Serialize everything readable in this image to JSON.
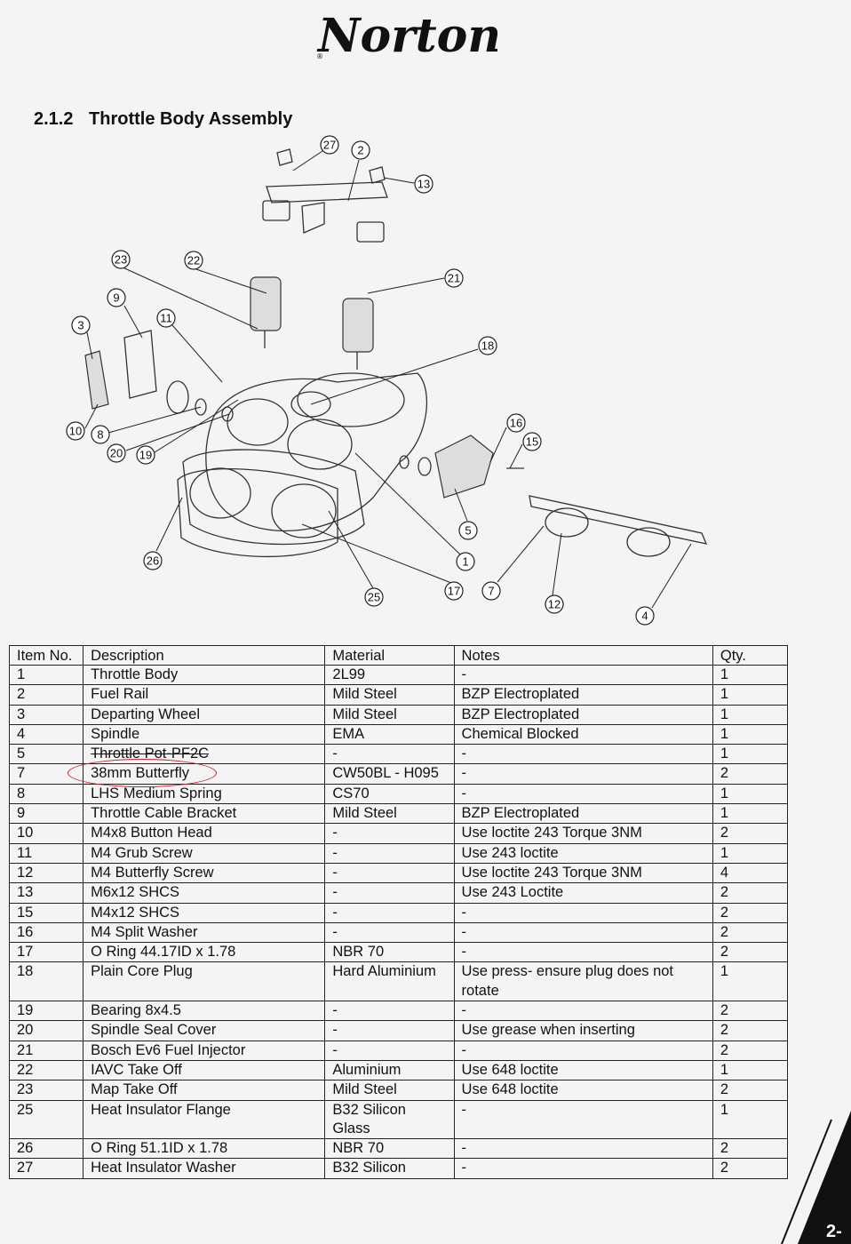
{
  "header": {
    "logo_text": "Norton",
    "logo_mark": "®"
  },
  "section": {
    "number": "2.1.2",
    "title": "Throttle Body Assembly"
  },
  "diagram": {
    "callouts": [
      "27",
      "2",
      "13",
      "23",
      "22",
      "21",
      "9",
      "11",
      "3",
      "18",
      "10",
      "8",
      "16",
      "15",
      "20",
      "19",
      "5",
      "26",
      "1",
      "25",
      "17",
      "7",
      "12",
      "4"
    ]
  },
  "table": {
    "headers": {
      "item": "Item No.",
      "description": "Description",
      "material": "Material",
      "notes": "Notes",
      "qty": "Qty."
    },
    "rows": [
      {
        "item": "1",
        "description": "Throttle Body",
        "material": "2L99",
        "notes": "-",
        "qty": "1"
      },
      {
        "item": "2",
        "description": "Fuel Rail",
        "material": "Mild Steel",
        "notes": "BZP Electroplated",
        "qty": "1"
      },
      {
        "item": "3",
        "description": "Departing Wheel",
        "material": "Mild Steel",
        "notes": "BZP Electroplated",
        "qty": "1"
      },
      {
        "item": "4",
        "description": "Spindle",
        "material": "EMA",
        "notes": "Chemical Blocked",
        "qty": "1"
      },
      {
        "item": "5",
        "description": "Throttle Pot-PF2C",
        "material": "-",
        "notes": "-",
        "qty": "1"
      },
      {
        "item": "7",
        "description": "38mm Butterfly",
        "material": "CW50BL - H095",
        "notes": "-",
        "qty": "2"
      },
      {
        "item": "8",
        "description": "LHS Medium Spring",
        "material": "CS70",
        "notes": "-",
        "qty": "1"
      },
      {
        "item": "9",
        "description": "Throttle Cable Bracket",
        "material": "Mild Steel",
        "notes": "BZP Electroplated",
        "qty": "1"
      },
      {
        "item": "10",
        "description": "M4x8 Button Head",
        "material": "-",
        "notes": "Use loctite 243 Torque 3NM",
        "qty": "2"
      },
      {
        "item": "11",
        "description": "M4 Grub Screw",
        "material": "-",
        "notes": "Use 243 loctite",
        "qty": "1"
      },
      {
        "item": "12",
        "description": "M4 Butterfly Screw",
        "material": "-",
        "notes": "Use loctite 243 Torque 3NM",
        "qty": "4"
      },
      {
        "item": "13",
        "description": "M6x12 SHCS",
        "material": "-",
        "notes": "Use 243 Loctite",
        "qty": "2"
      },
      {
        "item": "15",
        "description": "M4x12 SHCS",
        "material": "-",
        "notes": "-",
        "qty": "2"
      },
      {
        "item": "16",
        "description": "M4 Split Washer",
        "material": "-",
        "notes": "-",
        "qty": "2"
      },
      {
        "item": "17",
        "description": "O Ring 44.17ID x 1.78",
        "material": "NBR 70",
        "notes": "-",
        "qty": "2"
      },
      {
        "item": "18",
        "description": "Plain Core Plug",
        "material": "Hard Aluminium",
        "notes": "Use press- ensure plug does not rotate",
        "qty": "1"
      },
      {
        "item": "19",
        "description": "Bearing 8x4.5",
        "material": "-",
        "notes": "-",
        "qty": "2"
      },
      {
        "item": "20",
        "description": "Spindle Seal Cover",
        "material": "-",
        "notes": "Use grease when inserting",
        "qty": "2"
      },
      {
        "item": "21",
        "description": "Bosch Ev6 Fuel Injector",
        "material": "-",
        "notes": "-",
        "qty": "2"
      },
      {
        "item": "22",
        "description": "IAVC Take Off",
        "material": "Aluminium",
        "notes": "Use 648 loctite",
        "qty": "1"
      },
      {
        "item": "23",
        "description": "Map Take Off",
        "material": "Mild Steel",
        "notes": "Use 648 loctite",
        "qty": "2"
      },
      {
        "item": "25",
        "description": "Heat Insulator Flange",
        "material": "B32 Silicon Glass",
        "notes": "-",
        "qty": "1"
      },
      {
        "item": "26",
        "description": "O Ring 51.1ID x 1.78",
        "material": "NBR 70",
        "notes": "-",
        "qty": "2"
      },
      {
        "item": "27",
        "description": "Heat Insulator Washer",
        "material": "B32 Silicon",
        "notes": "-",
        "qty": "2"
      }
    ]
  },
  "footer": {
    "page_number": "2-"
  },
  "colors": {
    "highlight": "#c8202a",
    "ink": "#111111",
    "paper": "#f4f4f4"
  }
}
